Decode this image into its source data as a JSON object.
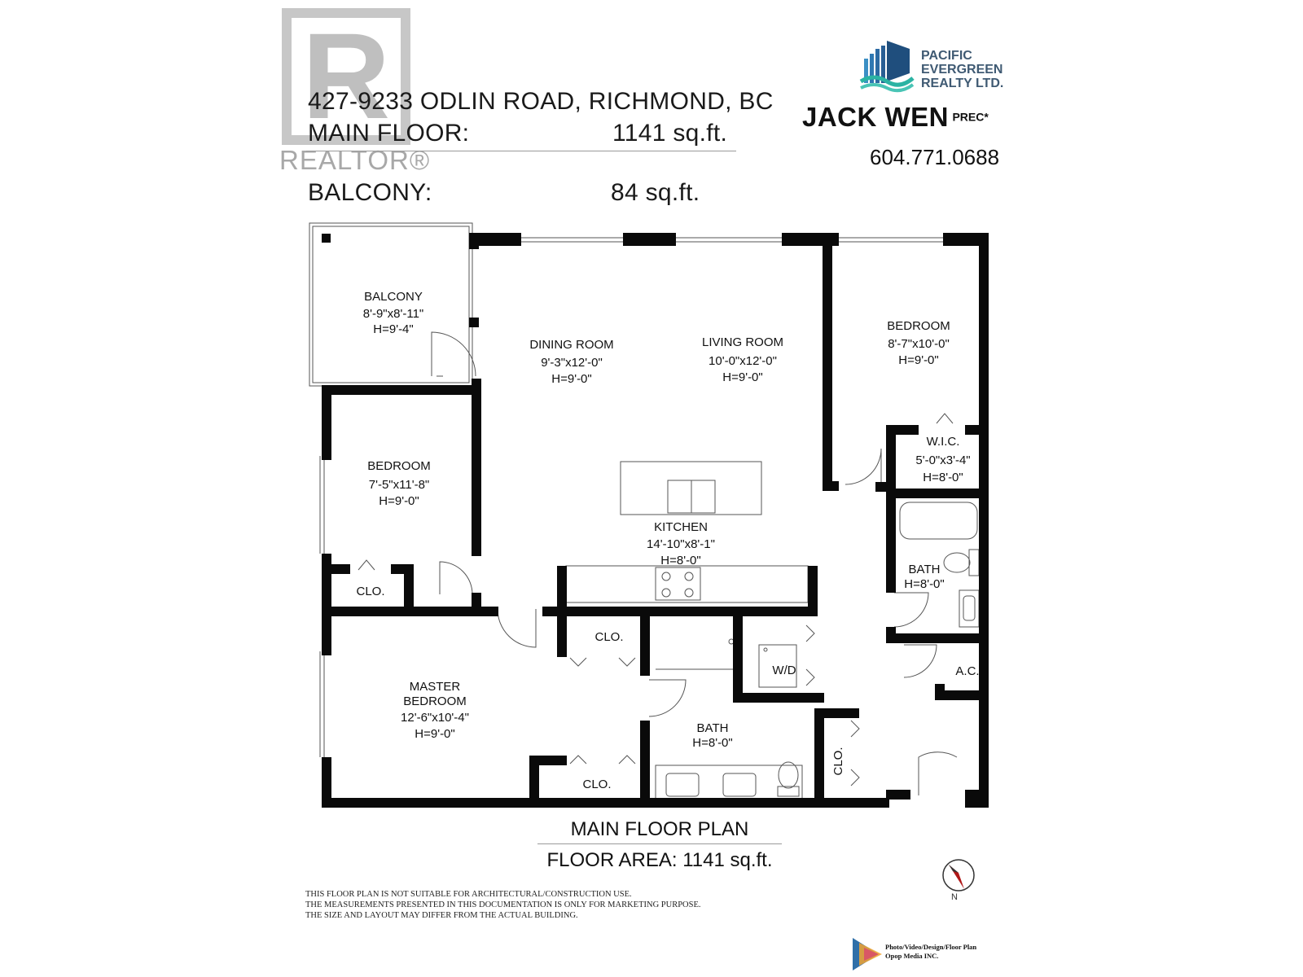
{
  "watermark": {
    "logo_letter": "R",
    "text": "REALTOR®"
  },
  "header": {
    "address": "427-9233 ODLIN ROAD, RICHMOND, BC",
    "main_floor_label": "MAIN FLOOR:",
    "main_floor_value": "1141 sq.ft.",
    "balcony_label": "BALCONY:",
    "balcony_value": "84 sq.ft."
  },
  "brokerage": {
    "name_lines": [
      "PACIFIC",
      "EVERGREEN",
      "REALTY LTD."
    ],
    "agent_name": "JACK WEN",
    "agent_title": "PREC*",
    "phone": "604.771.0688"
  },
  "rooms": [
    {
      "name": "BALCONY",
      "dims": "8'-9\"x8'-11\"",
      "height": "H=9'-4\""
    },
    {
      "name": "DINING ROOM",
      "dims": "9'-3\"x12'-0\"",
      "height": "H=9'-0\""
    },
    {
      "name": "LIVING ROOM",
      "dims": "10'-0\"x12'-0\"",
      "height": "H=9'-0\""
    },
    {
      "name": "BEDROOM",
      "dims": "8'-7\"x10'-0\"",
      "height": "H=9'-0\""
    },
    {
      "name": "W.I.C.",
      "dims": "5'-0\"x3'-4\"",
      "height": "H=8'-0\""
    },
    {
      "name": "BEDROOM",
      "dims": "7'-5\"x11'-8\"",
      "height": "H=9'-0\""
    },
    {
      "name": "KITCHEN",
      "dims": "14'-10\"x8'-1\"",
      "height": "H=8'-0\""
    },
    {
      "name": "BATH",
      "height": "H=8'-0\""
    },
    {
      "name": "MASTER",
      "name2": "BEDROOM",
      "dims": "12'-6\"x10'-4\"",
      "height": "H=9'-0\""
    },
    {
      "name": "BATH",
      "height": "H=8'-0\""
    }
  ],
  "small_labels": {
    "clo_bedroom": "CLO.",
    "clo_hall": "CLO.",
    "clo_master": "CLO.",
    "clo_entry": "CLO.",
    "wd": "W/D",
    "ac": "A.C."
  },
  "plan_caption": {
    "title": "MAIN FLOOR PLAN",
    "area": "FLOOR AREA: 1141 sq.ft."
  },
  "compass": {
    "label": "N"
  },
  "disclaimer": [
    "THIS FLOOR PLAN IS NOT SUITABLE FOR ARCHITECTURAL/CONSTRUCTION USE.",
    "THE MEASUREMENTS PRESENTED IN THIS DOCUMENTATION IS ONLY FOR MARKETING PURPOSE.",
    "THE SIZE AND LAYOUT MAY DIFFER FROM THE ACTUAL BUILDING."
  ],
  "credit": {
    "line1": "Photo/Video/Design/Floor Plan",
    "line2": "Opop Media INC."
  },
  "colors": {
    "wall": "#0a0a0a",
    "watermark": "#8c8c8c",
    "brand_blue": "#2f6fa8",
    "brand_teal": "#2bb3a3"
  }
}
